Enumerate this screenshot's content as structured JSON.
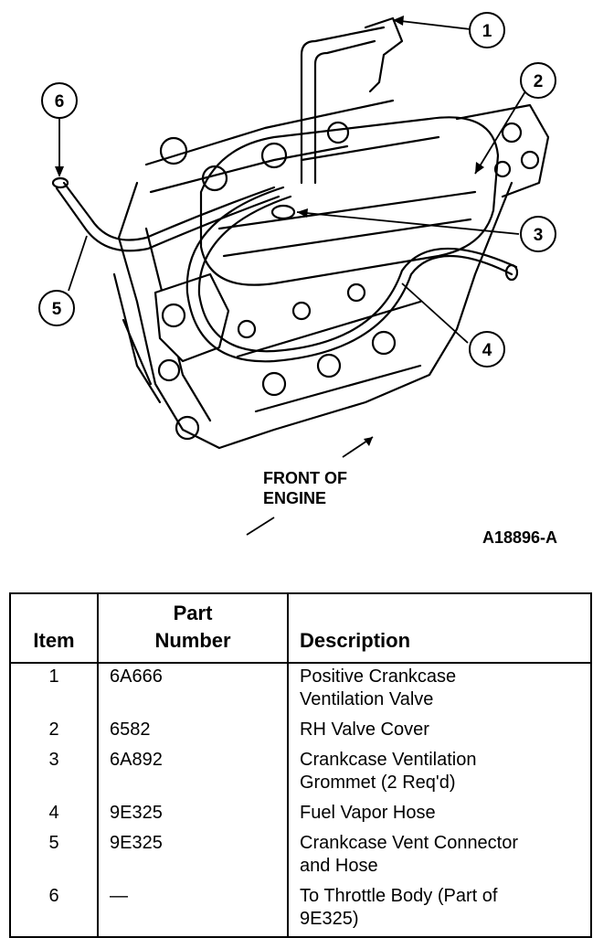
{
  "figure": {
    "callouts": [
      "1",
      "2",
      "3",
      "4",
      "5",
      "6"
    ],
    "orientation_label_line1": "FRONT OF",
    "orientation_label_line2": "ENGINE",
    "figure_code": "A18896-A"
  },
  "table": {
    "headers": {
      "item": "Item",
      "part_line1": "Part",
      "part_line2": "Number",
      "description": "Description"
    },
    "rows": [
      {
        "item": "1",
        "part": "6A666",
        "desc1": "Positive Crankcase",
        "desc2": "Ventilation Valve"
      },
      {
        "item": "2",
        "part": "6582",
        "desc1": "RH Valve Cover",
        "desc2": ""
      },
      {
        "item": "3",
        "part": "6A892",
        "desc1": "Crankcase Ventilation",
        "desc2": "Grommet (2 Req'd)"
      },
      {
        "item": "4",
        "part": "9E325",
        "desc1": "Fuel Vapor Hose",
        "desc2": ""
      },
      {
        "item": "5",
        "part": "9E325",
        "desc1": "Crankcase Vent Connector",
        "desc2": "and Hose"
      },
      {
        "item": "6",
        "part": "—",
        "desc1": "To Throttle Body (Part of",
        "desc2": "9E325)"
      }
    ]
  }
}
